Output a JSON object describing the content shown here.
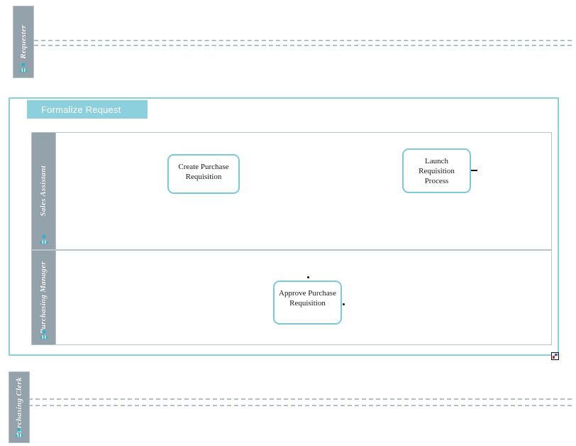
{
  "diagram": {
    "type": "bpmn-swimlane",
    "title": "Formalize Request",
    "colors": {
      "pool_accent": "#8ccfdd",
      "task_border": "#7ec9d8",
      "lane_header_bg": "#93a2ab",
      "lane_border": "#b8c3ca",
      "dashed_line": "#b3bfc7",
      "text_light": "#ffffff",
      "text_dark": "#1a1a1a"
    }
  },
  "collapsed_pools": [
    {
      "label": "Requester",
      "icon": "person-icon"
    },
    {
      "label": "Purchasing Clerk",
      "icon": "person-icon"
    }
  ],
  "expanded_pool": {
    "title": "Formalize Request",
    "lanes": [
      {
        "label": "Sales Assistant",
        "icon": "person-icon",
        "tasks": [
          {
            "label": "Create Purchase\nRequisition"
          },
          {
            "label": "Launch\nRequisition\nProcess"
          }
        ]
      },
      {
        "label": "Purchasing Manager",
        "icon": "person-icon",
        "tasks": [
          {
            "label": "Approve Purchase\nRequisition"
          }
        ]
      }
    ],
    "collapse_widget": "collapse-icon"
  }
}
